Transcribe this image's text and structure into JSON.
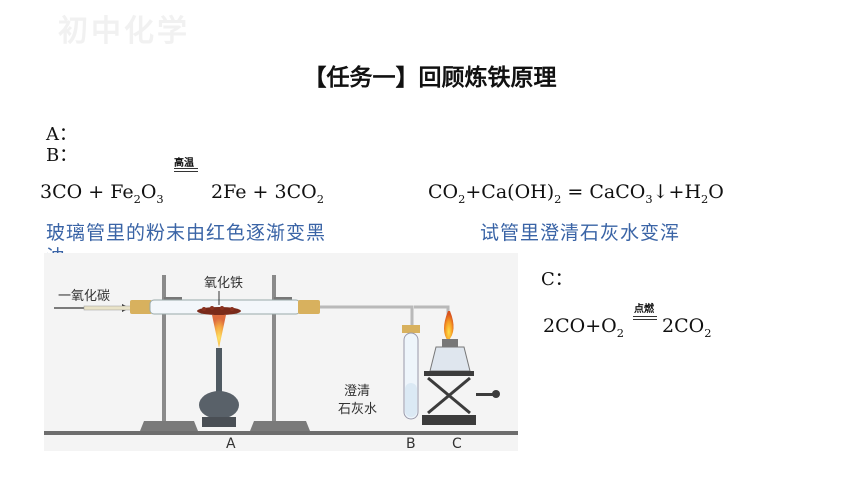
{
  "watermark": "初中化学",
  "title": "【任务一】回顾炼铁原理",
  "labels": {
    "a": "A：",
    "b": "B：",
    "c": "C："
  },
  "equations": {
    "b_condition": "高温",
    "b_left": "3CO + Fe",
    "b_right": "2Fe + 3CO",
    "lime": "CO",
    "lime_mid": "+Ca(OH)",
    "lime_right": " = CaCO",
    "lime_arrow": "↓",
    "lime_end": "+H",
    "lime_tail": "O",
    "c_condition": "点燃",
    "c_left": "2CO+O",
    "c_right": "2CO",
    "sub2": "2",
    "sub3": "3"
  },
  "observations": {
    "tube": "玻璃管里的粉末由红色逐渐变黑",
    "tube_cont": "浊",
    "lime": "试管里澄清石灰水变浑"
  },
  "figure": {
    "co_label": "一氧化碳",
    "oxide_label": "氧化铁",
    "lime_label_1": "澄清",
    "lime_label_2": "石灰水",
    "mark_a": "A",
    "mark_b": "B",
    "mark_c": "C"
  }
}
